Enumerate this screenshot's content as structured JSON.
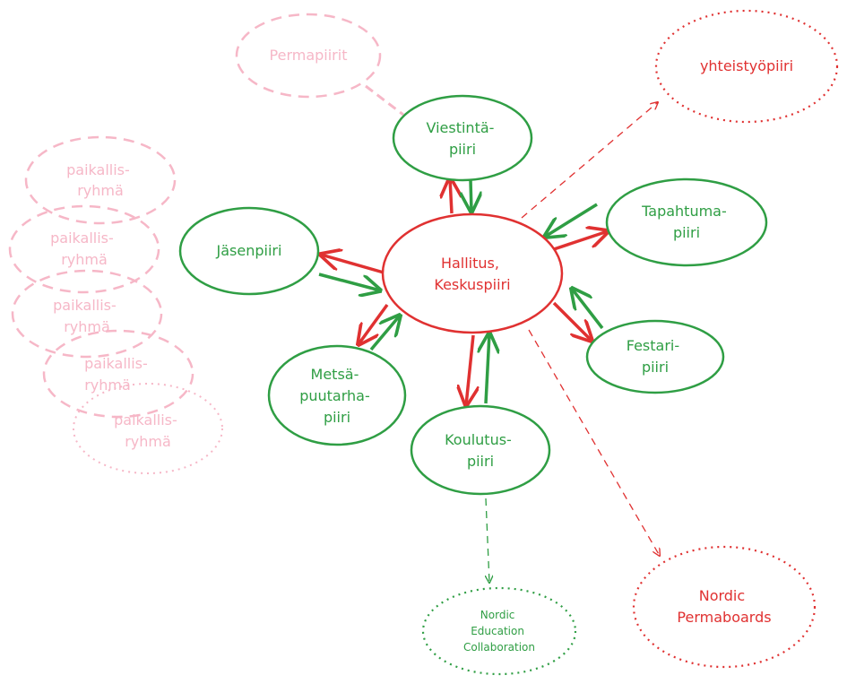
{
  "title": "Organization diagram",
  "colors": {
    "red": "#e03131",
    "green": "#2f9e44",
    "pink": "#f6b7c7",
    "white": "#ffffff"
  },
  "nodes": {
    "center": {
      "lines": [
        "Hallitus,",
        "Keskuspiiri"
      ]
    },
    "viestinta": {
      "lines": [
        "Viestintä-",
        "piiri"
      ]
    },
    "tapahtuma": {
      "lines": [
        "Tapahtuma-",
        "piiri"
      ]
    },
    "festari": {
      "lines": [
        "Festari-",
        "piiri"
      ]
    },
    "koulutus": {
      "lines": [
        "Koulutus-",
        "piiri"
      ]
    },
    "metsa": {
      "lines": [
        "Metsä-",
        "puutarha-",
        "piiri"
      ]
    },
    "jasen": {
      "lines": [
        "Jäsenpiiri"
      ]
    },
    "permapiirit": {
      "lines": [
        "Permapiirit"
      ]
    },
    "yhteistyo": {
      "lines": [
        "yhteistyöpiiri"
      ]
    },
    "nordic_permaboards": {
      "lines": [
        "Nordic",
        "Permaboards"
      ]
    },
    "nordic_education": {
      "lines": [
        "Nordic",
        "Education",
        "Collaboration"
      ]
    },
    "local_groups": [
      {
        "lines": [
          "paikallis-",
          "ryhmä"
        ]
      },
      {
        "lines": [
          "paikallis-",
          "ryhmä"
        ]
      },
      {
        "lines": [
          "paikallis-",
          "ryhmä"
        ]
      },
      {
        "lines": [
          "paikallis-",
          "ryhmä"
        ]
      },
      {
        "lines": [
          "paikallis-",
          "ryhmä"
        ]
      }
    ]
  }
}
